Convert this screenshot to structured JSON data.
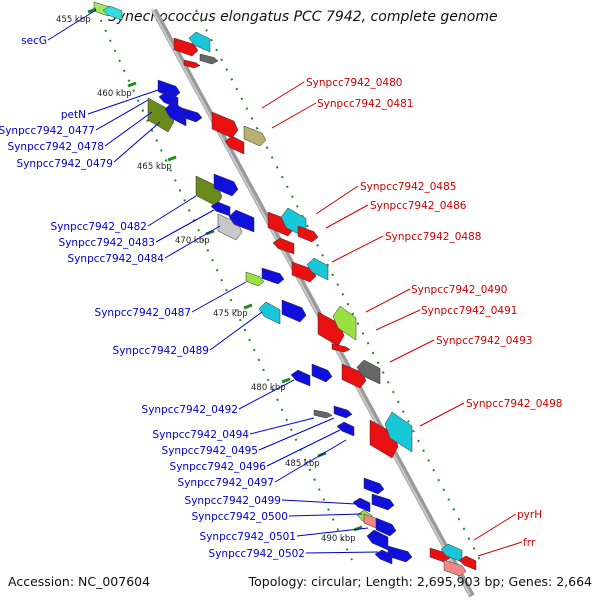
{
  "header": {
    "title": "Synechococcus elongatus PCC 7942, complete genome"
  },
  "footer": {
    "accession": "Accession: NC_007604",
    "summary": "Topology: circular; Length: 2,695,903 bp; Genes: 2,664"
  },
  "colors": {
    "backbone": "#a0a0a0",
    "guide": "#1f8a1f",
    "left_labels": "#0000cc",
    "right_labels": "#cc0000"
  },
  "ticks": [
    "455 kbp",
    "460 kbp",
    "465 kbp",
    "470 kbp",
    "475 kbp",
    "480 kbp",
    "485 kbp",
    "490 kbp"
  ],
  "left_labels": [
    "secG",
    "petN",
    "Synpcc7942_0477",
    "Synpcc7942_0478",
    "Synpcc7942_0479",
    "Synpcc7942_0482",
    "Synpcc7942_0483",
    "Synpcc7942_0484",
    "Synpcc7942_0487",
    "Synpcc7942_0489",
    "Synpcc7942_0492",
    "Synpcc7942_0494",
    "Synpcc7942_0495",
    "Synpcc7942_0496",
    "Synpcc7942_0497",
    "Synpcc7942_0499",
    "Synpcc7942_0500",
    "Synpcc7942_0501",
    "Synpcc7942_0502"
  ],
  "right_labels": [
    "Synpcc7942_0480",
    "Synpcc7942_0481",
    "Synpcc7942_0485",
    "Synpcc7942_0486",
    "Synpcc7942_0488",
    "Synpcc7942_0490",
    "Synpcc7942_0491",
    "Synpcc7942_0493",
    "Synpcc7942_0498",
    "pyrH",
    "frr"
  ]
}
